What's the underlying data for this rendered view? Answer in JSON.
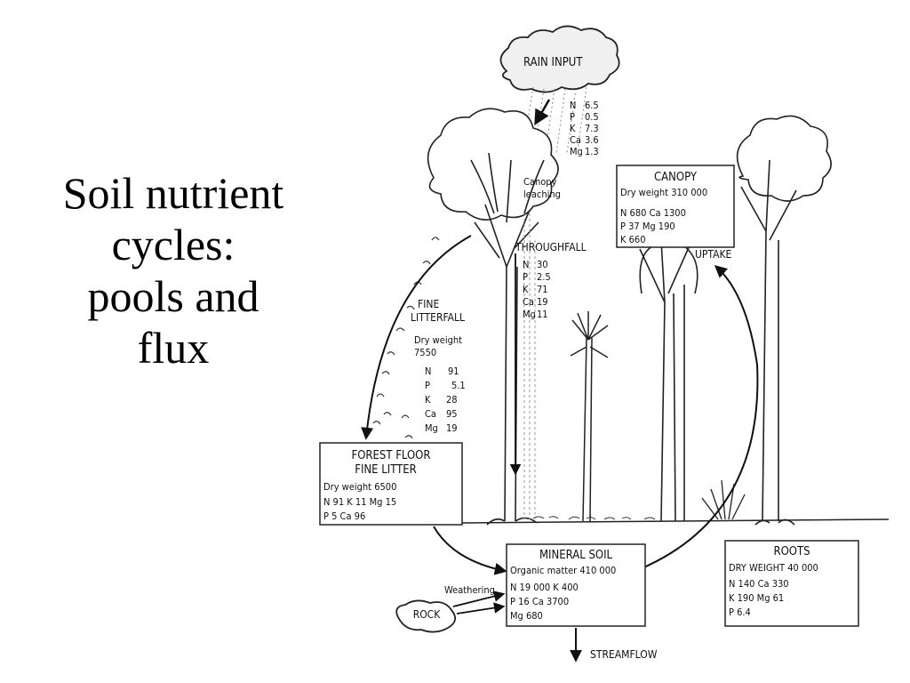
{
  "title": [
    "Soil nutrient",
    "cycles:",
    "pools and",
    "flux"
  ],
  "rain": {
    "label": "RAIN INPUT",
    "values": [
      {
        "el": "N",
        "val": "6.5"
      },
      {
        "el": "P",
        "val": "0.5"
      },
      {
        "el": "K",
        "val": "7.3"
      },
      {
        "el": "Ca",
        "val": "3.6"
      },
      {
        "el": "Mg",
        "val": "1.3"
      }
    ]
  },
  "canopy_leaching": [
    "Canopy",
    "leaching"
  ],
  "throughfall": {
    "label": "THROUGHFALL",
    "values": [
      {
        "el": "N",
        "val": "30"
      },
      {
        "el": "P",
        "val": "2.5"
      },
      {
        "el": "K",
        "val": "71"
      },
      {
        "el": "Ca",
        "val": "19"
      },
      {
        "el": "Mg",
        "val": "11"
      }
    ]
  },
  "litterfall": {
    "label": [
      "FINE",
      "LITTERFALL"
    ],
    "dry_weight_label": "Dry weight",
    "dry_weight": "7550",
    "values": [
      {
        "el": "N",
        "val": "91"
      },
      {
        "el": "P",
        "val": "5.1"
      },
      {
        "el": "K",
        "val": "28"
      },
      {
        "el": "Ca",
        "val": "95"
      },
      {
        "el": "Mg",
        "val": "19"
      }
    ]
  },
  "canopy": {
    "label": "CANOPY",
    "dry_weight": "Dry weight 310 000",
    "rows": [
      "N 680    Ca 1300",
      "P   37    Mg  190",
      "K 660"
    ]
  },
  "uptake": "UPTAKE",
  "forest_floor": {
    "label": [
      "FOREST FLOOR",
      "FINE LITTER"
    ],
    "dry_weight": "Dry weight 6500",
    "rows": [
      "N 91    K   11    Mg 15",
      "P  5    Ca  96"
    ]
  },
  "mineral_soil": {
    "label": "MINERAL SOIL",
    "organic": "Organic matter 410 000",
    "rows": [
      "N 19 000    K     400",
      "P       16    Ca  3700",
      "                 Mg   680"
    ]
  },
  "roots": {
    "label": "ROOTS",
    "dry_weight": "DRY WEIGHT 40 000",
    "rows": [
      "N 140          Ca 330",
      "K 190          Mg  61",
      "P   6.4"
    ]
  },
  "weathering": "Weathering",
  "rock": "ROCK",
  "streamflow": "STREAMFLOW"
}
